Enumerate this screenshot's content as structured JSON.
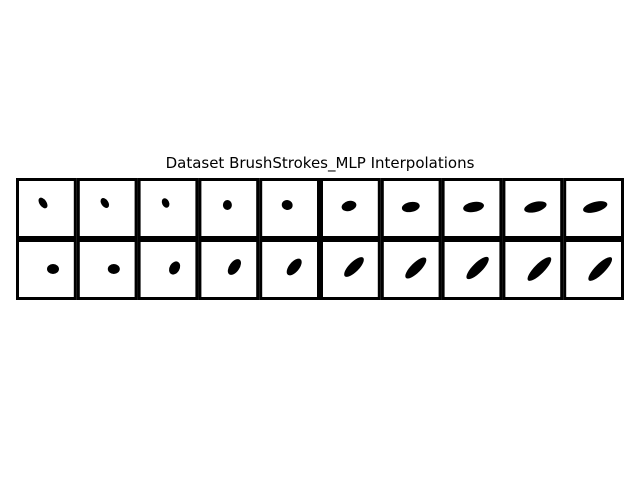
{
  "title": "Dataset BrushStrokes_MLP Interpolations",
  "colors": {
    "background": "#ffffff",
    "stroke": "#000000",
    "border": "#000000"
  },
  "grid": {
    "rows": 2,
    "cols": 10,
    "cells": [
      [
        {
          "shape": "dot-tilted"
        },
        {
          "shape": "dot-tilted"
        },
        {
          "shape": "dot-tilted"
        },
        {
          "shape": "dot"
        },
        {
          "shape": "dot"
        },
        {
          "shape": "short-stroke"
        },
        {
          "shape": "short-stroke"
        },
        {
          "shape": "stroke"
        },
        {
          "shape": "stroke"
        },
        {
          "shape": "stroke"
        }
      ],
      [
        {
          "shape": "dot"
        },
        {
          "shape": "dot"
        },
        {
          "shape": "dot-tilted"
        },
        {
          "shape": "short-stroke"
        },
        {
          "shape": "short-stroke"
        },
        {
          "shape": "stroke"
        },
        {
          "shape": "stroke"
        },
        {
          "shape": "stroke"
        },
        {
          "shape": "stroke"
        },
        {
          "shape": "stroke"
        }
      ]
    ]
  }
}
